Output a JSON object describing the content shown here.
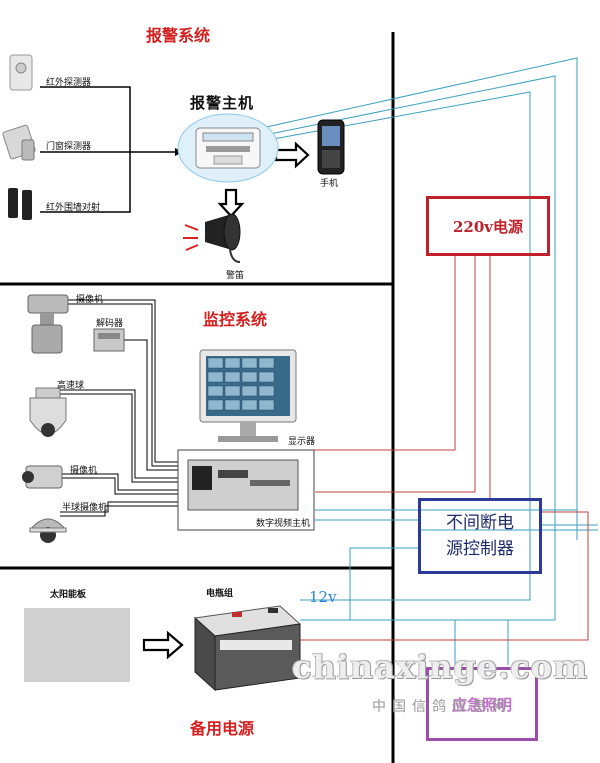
{
  "sections": {
    "alarm_title": "报警系统",
    "monitor_title": "监控系统",
    "backup_title": "备用电源"
  },
  "alarm": {
    "host_label": "报警主机",
    "detector_infrared": "红外探测器",
    "detector_door": "门窗探测器",
    "detector_wall": "红外围墙对射",
    "phone": "手机",
    "siren": "警笛"
  },
  "monitor": {
    "camera1": "摄像机",
    "decoder": "解码器",
    "speed_dome": "高速球",
    "camera2": "摄像机",
    "half_dome": "半球摄像机",
    "display": "显示器",
    "dvr": "数字视频主机"
  },
  "backup": {
    "solar_panel": "太阳能板",
    "battery": "电瓶组",
    "voltage": "12v"
  },
  "boxes": {
    "power_220": "220v电源",
    "ups_line1": "不间断电",
    "ups_line2": "源控制器",
    "lighting": "应急照明"
  },
  "watermark": {
    "site": "chinaxinge.com",
    "site_cn": "中国信鸽信息网"
  },
  "colors": {
    "red_wire": "#c04040",
    "blue_wire": "#3aa0c0",
    "section_title": "#d42020",
    "box_blue": "#2a3a9a",
    "box_purple": "#9a50a8"
  }
}
